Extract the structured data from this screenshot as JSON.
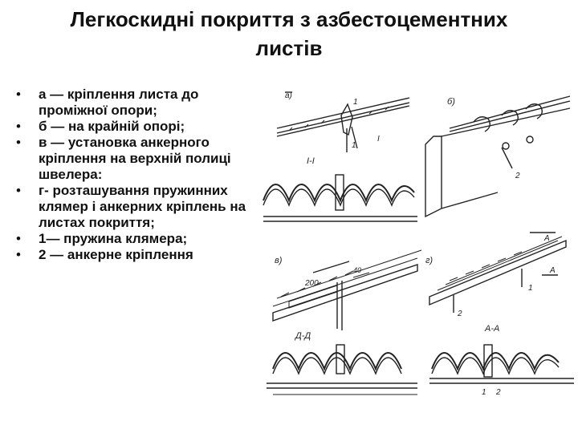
{
  "slide": {
    "title_line1": "Легкоскидні покриття з азбестоцементних",
    "title_line2": "листів",
    "bullets": [
      "а — кріплення листа до проміжної опори;",
      " б — на крайній опорі;",
      "в — установка анкерного кріплення на верхній полиці швелера:",
      "г- розташування пружинних клямер і анкерних кріплень на листах покриття;",
      "1— пружина клямера;",
      "2 — анкерне кріплення"
    ]
  },
  "figure": {
    "labels": {
      "a": "a)",
      "b": "б)",
      "v": "в)",
      "g": "г)",
      "section_1": "I-I",
      "section_2": "Д-Д",
      "section_a": "A-A",
      "dim_200": "200",
      "one": "1",
      "two": "2",
      "roman_1": "I",
      "letter_a": "A",
      "dim_40": "40"
    }
  }
}
